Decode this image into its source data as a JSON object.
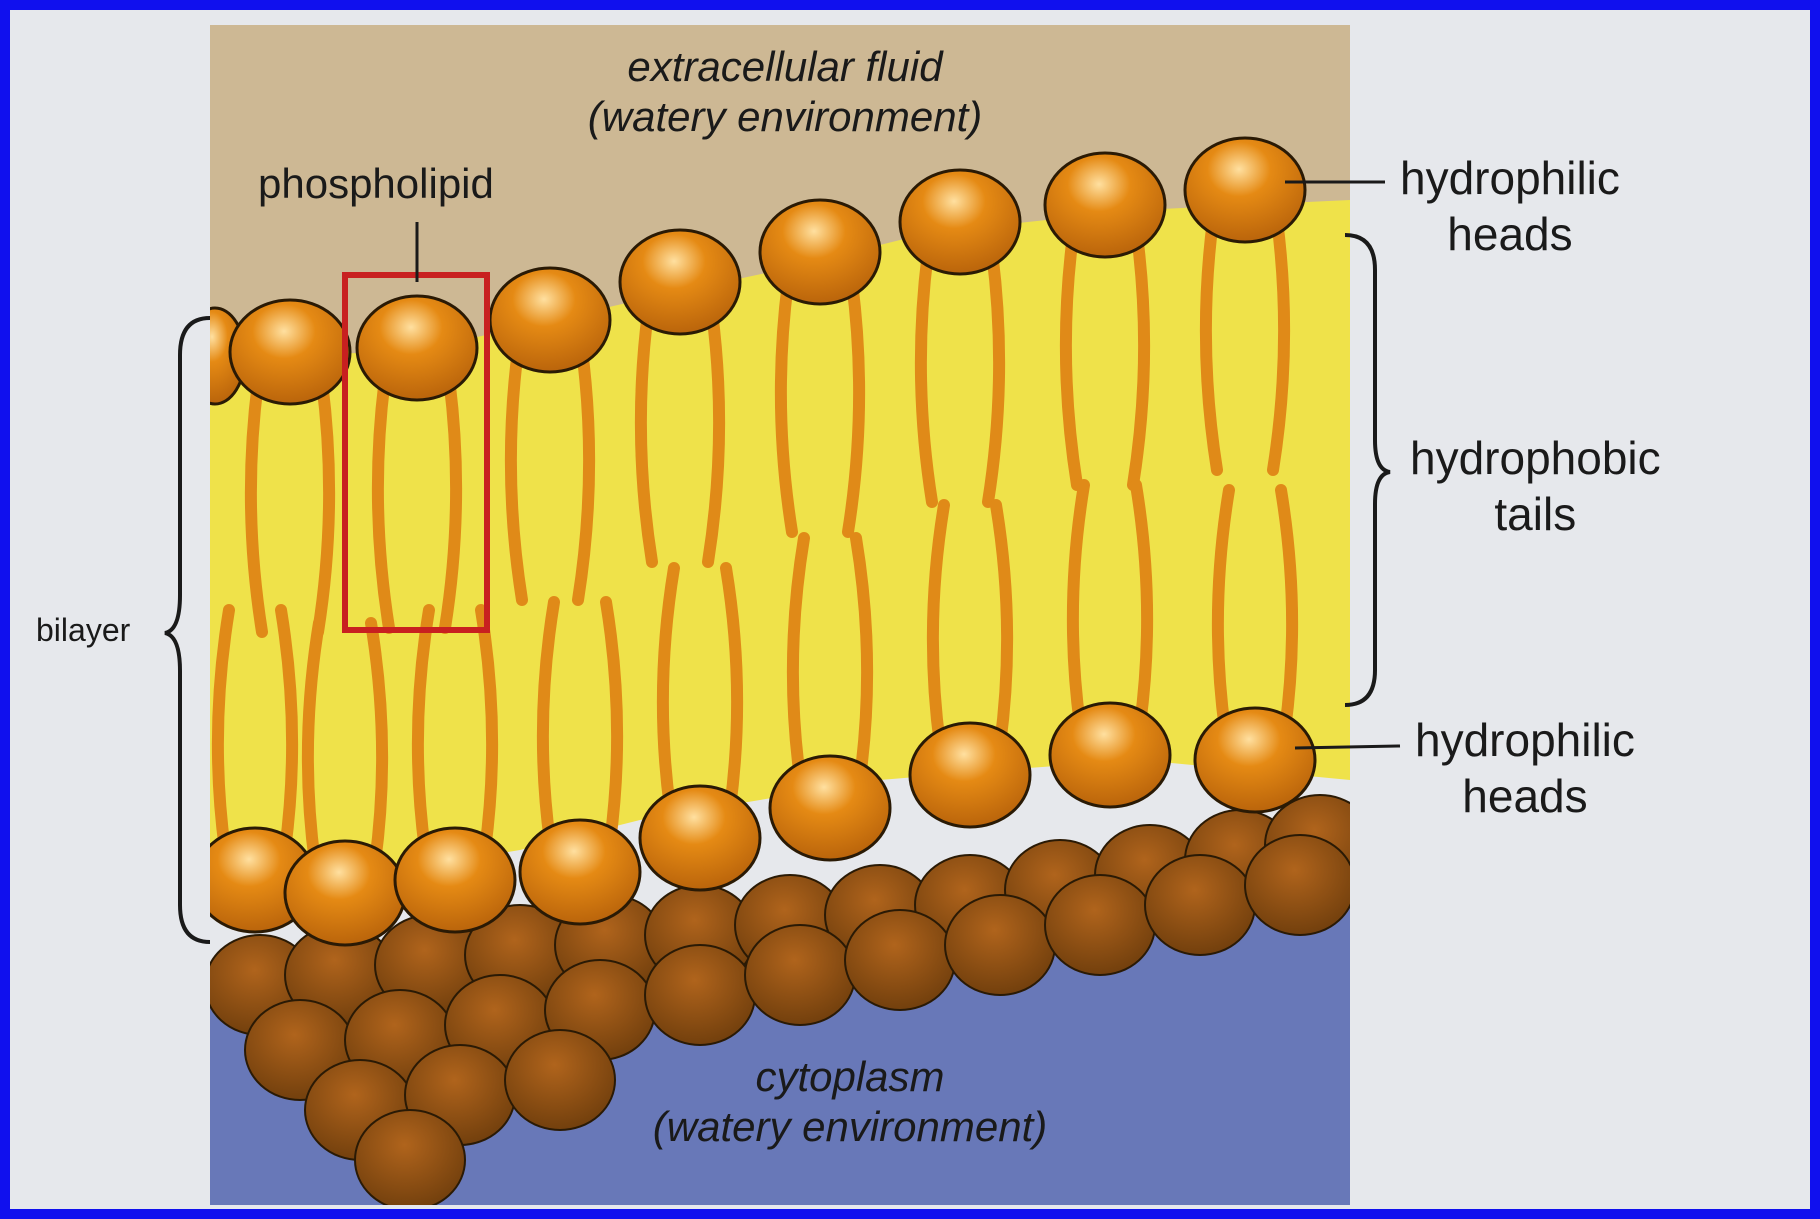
{
  "diagram": {
    "labels": {
      "extracellular_line1": "extracellular fluid",
      "extracellular_line2": "(watery environment)",
      "phospholipid": "phospholipid",
      "hydrophilic_top_line1": "hydrophilic",
      "hydrophilic_top_line2": "heads",
      "hydrophobic_line1": "hydrophobic",
      "hydrophobic_line2": "tails",
      "hydrophilic_bottom_line1": "hydrophilic",
      "hydrophilic_bottom_line2": "heads",
      "bilayer": "bilayer",
      "cytoplasm_line1": "cytoplasm",
      "cytoplasm_line2": "(watery environment)"
    },
    "colors": {
      "frame_border": "#1010ee",
      "page_background": "#e6e8ec",
      "extracellular_fluid": "#cdb894",
      "membrane_core": "#efe24a",
      "cytoplasm": "#6878b8",
      "head_highlight": "#ffe0a0",
      "head_fill": "#e58a14",
      "head_outline": "#2a1a05",
      "tail": "#e08a18",
      "rear_heads": "#6e3d0c",
      "phospholipid_box": "#c82020",
      "bracket": "#1a1a1a"
    }
  }
}
